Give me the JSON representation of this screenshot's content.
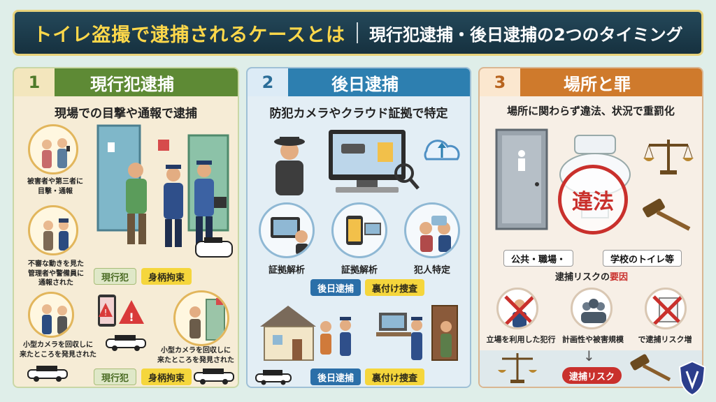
{
  "header": {
    "title": "トイレ盗撮で逮捕されるケースとは",
    "subtitle": "現行犯逮捕・後日逮捕の2つのタイミング"
  },
  "panel1": {
    "num": "1",
    "title": "現行犯逮捕",
    "subtitle": "現場での目撃や通報で逮捕",
    "caption_witness": "被害者や第三者に\n目撃・通報",
    "caption_suspicious": "不審な動きを見た\n管理者や警備員に\n通報された",
    "caption_camera_left": "小型カメラを回収しに\n来たところを発見された",
    "caption_camera_right": "小型カメラを回収しに\n来たところを発見された",
    "tag1": "現行犯",
    "tag2": "身柄拘束",
    "tag3": "現行犯",
    "tag4": "身柄拘束"
  },
  "panel2": {
    "num": "2",
    "title": "後日逮捕",
    "subtitle": "防犯カメラやクラウド証拠で特定",
    "icon_label1": "証拠解析",
    "icon_label2": "証拠解析",
    "icon_label3": "犯人特定",
    "tag1": "後日逮捕",
    "tag2": "裏付け捜査",
    "tag3": "後日逮捕",
    "tag4": "裏付け捜査"
  },
  "panel3": {
    "num": "3",
    "title": "場所と罪",
    "subtitle": "場所に関わらず違法、状況で重罰化",
    "stamp": "違法",
    "place1": "公共・職場・",
    "place2": "学校のトイレ等",
    "risk_factor_prefix": "逮捕リスクの",
    "risk_factor_emph": "要因",
    "factor1": "立場を利用した犯行",
    "factor2": "計画性や被害規模",
    "factor3": "で逮捕リスク増",
    "bottom_tag": "逮捕リスク"
  },
  "colors": {
    "header_bg": "#16313f",
    "header_accent": "#ffd84a",
    "panel1_accent": "#5e8a35",
    "panel2_accent": "#2d7fb0",
    "panel3_accent": "#cf7a2c",
    "stamp_red": "#c9302c"
  }
}
